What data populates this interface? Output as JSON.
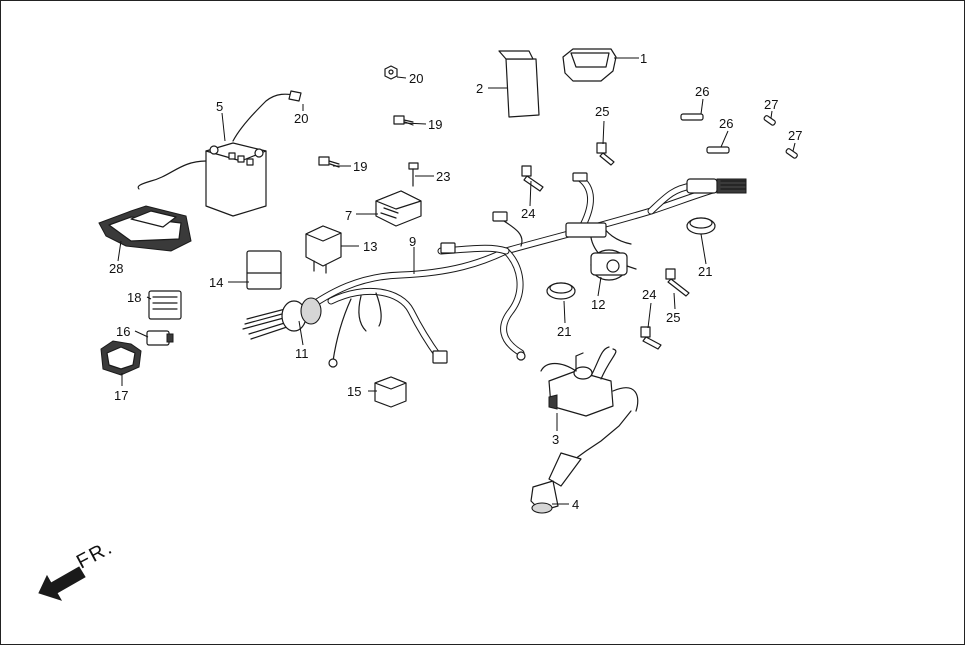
{
  "direction_label": "FR.",
  "callouts": {
    "n1": "1",
    "n2": "2",
    "n3": "3",
    "n4": "4",
    "n5": "5",
    "n7": "7",
    "n9": "9",
    "n11": "11",
    "n12": "12",
    "n13": "13",
    "n14": "14",
    "n15": "15",
    "n16": "16",
    "n17": "17",
    "n18": "18",
    "n19a": "19",
    "n19b": "19",
    "n20a": "20",
    "n20b": "20",
    "n21a": "21",
    "n21b": "21",
    "n23": "23",
    "n24a": "24",
    "n24b": "24",
    "n25a": "25",
    "n25b": "25",
    "n26a": "26",
    "n26b": "26",
    "n27a": "27",
    "n27b": "27",
    "n28": "28"
  }
}
